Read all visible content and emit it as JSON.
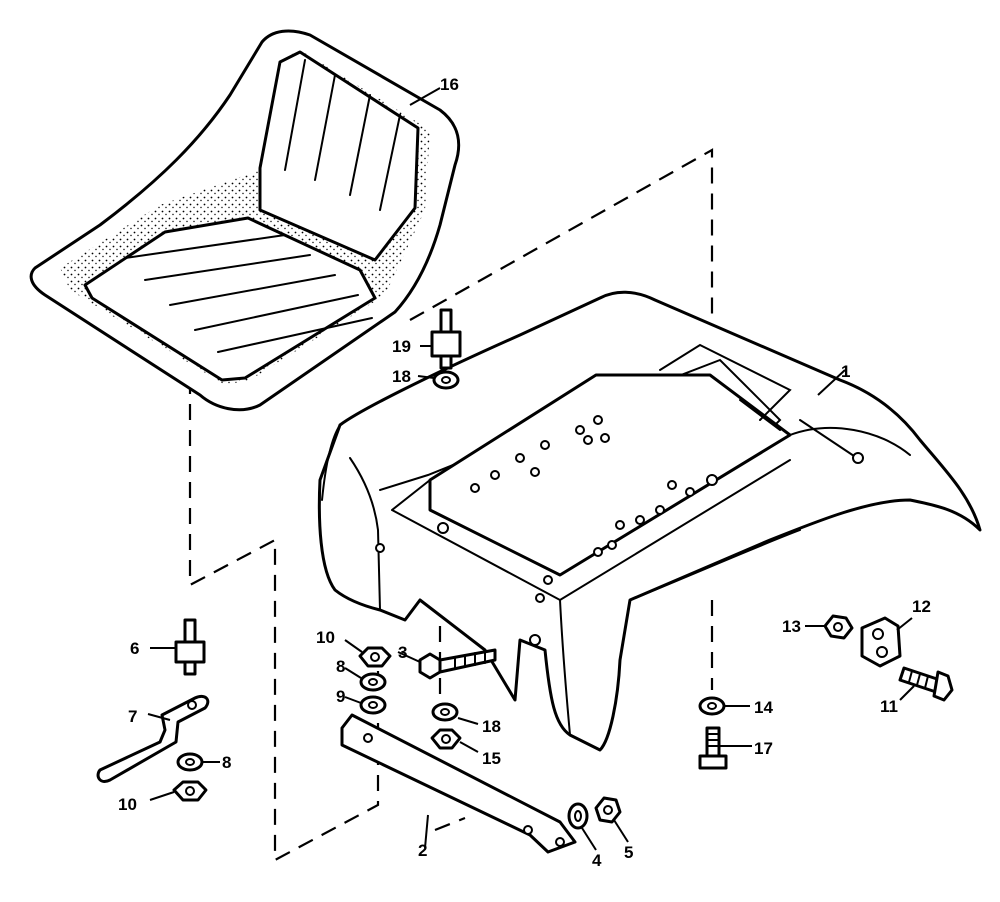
{
  "callouts": [
    {
      "id": "1",
      "text": "1"
    },
    {
      "id": "2",
      "text": "2"
    },
    {
      "id": "3",
      "text": "3"
    },
    {
      "id": "4",
      "text": "4"
    },
    {
      "id": "5",
      "text": "5"
    },
    {
      "id": "6",
      "text": "6"
    },
    {
      "id": "7",
      "text": "7"
    },
    {
      "id": "8a",
      "text": "8"
    },
    {
      "id": "8b",
      "text": "8"
    },
    {
      "id": "9",
      "text": "9"
    },
    {
      "id": "10a",
      "text": "10"
    },
    {
      "id": "10b",
      "text": "10"
    },
    {
      "id": "11",
      "text": "11"
    },
    {
      "id": "12",
      "text": "12"
    },
    {
      "id": "13",
      "text": "13"
    },
    {
      "id": "14",
      "text": "14"
    },
    {
      "id": "15",
      "text": "15"
    },
    {
      "id": "16",
      "text": "16"
    },
    {
      "id": "17",
      "text": "17"
    },
    {
      "id": "18a",
      "text": "18"
    },
    {
      "id": "18b",
      "text": "18"
    },
    {
      "id": "19",
      "text": "19"
    }
  ]
}
